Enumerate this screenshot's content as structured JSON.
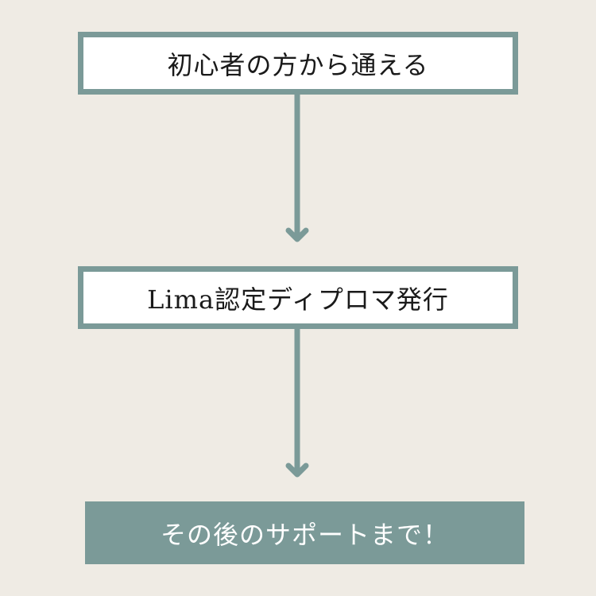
{
  "flow": {
    "steps": [
      "初心者の方から通える",
      "Lima認定ディプロマ発行",
      "その後のサポートまで！"
    ]
  },
  "colors": {
    "background": "#efebe4",
    "accent": "#7b9a98",
    "box_fill": "#ffffff",
    "text_dark": "#1a1a1a",
    "text_light": "#ffffff"
  }
}
